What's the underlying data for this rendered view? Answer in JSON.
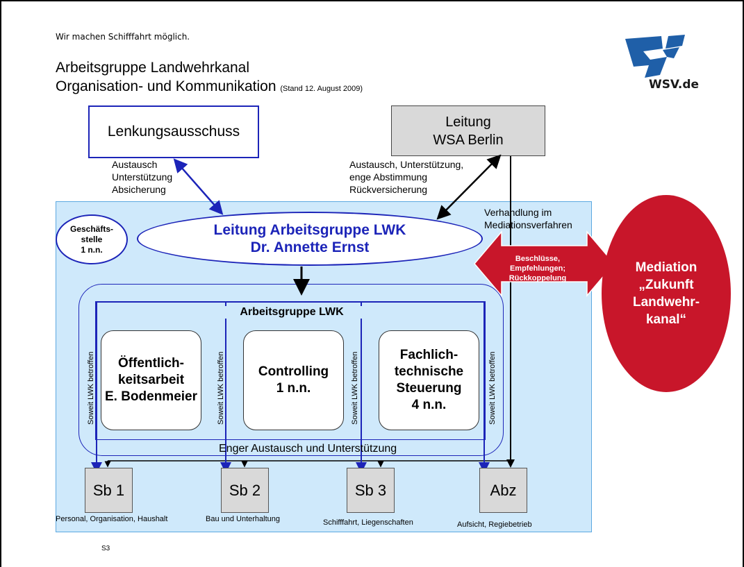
{
  "header": {
    "tagline": "Wir machen Schifffahrt möglich.",
    "title_line1": "Arbeitsgruppe Landwehrkanal",
    "title_line2": "Organisation- und Kommunikation",
    "date_note": "(Stand 12. August 2009)",
    "logo_text": "WSV.de"
  },
  "nodes": {
    "lenkungsausschuss": "Lenkungsausschuss",
    "leitung_wsa": [
      "Leitung",
      "WSA Berlin"
    ],
    "geschaeftsstelle": [
      "Geschäfts-",
      "stelle",
      "1 n.n."
    ],
    "leitung_ag": [
      "Leitung Arbeitsgruppe LWK",
      "Dr. Annette Ernst"
    ],
    "arbeitsgruppe_title": "Arbeitsgruppe LWK",
    "oeffentlichkeit": [
      "Öffentlich-",
      "keitsarbeit",
      "E. Bodenmeier"
    ],
    "controlling": [
      "Controlling",
      "1 n.n."
    ],
    "fachtechnisch": [
      "Fachlich-",
      "technische",
      "Steuerung",
      "4 n.n."
    ],
    "mediation": [
      "Mediation",
      "„Zukunft",
      "Landwehr-",
      "kanal“"
    ]
  },
  "edge_labels": {
    "left": [
      "Austausch",
      "Unterstützung",
      "Absicherung"
    ],
    "mid": [
      "Austausch, Unterstützung,",
      "enge Abstimmung",
      "Rückversicherung"
    ],
    "verhandlung": [
      "Verhandlung im",
      "Mediationsverfahren"
    ],
    "red_arrow": [
      "Beschlüsse,",
      "Empfehlungen;",
      "Rückkoppelung"
    ],
    "soweit": "Soweit LWK betroffen",
    "enger": "Enger Austausch und Unterstützung"
  },
  "units": [
    {
      "label": "Sb 1",
      "caption": "Personal, Organisation, Haushalt"
    },
    {
      "label": "Sb 2",
      "caption": "Bau und Unterhaltung"
    },
    {
      "label": "Sb 3",
      "caption": "Schifffahrt, Liegenschaften"
    },
    {
      "label": "Abz",
      "caption": "Aufsicht, Regiebetrieb"
    }
  ],
  "footer": {
    "slide_id": "S3"
  },
  "colors": {
    "blue": "#1c24b8",
    "light_blue_bg": "#cfe9fb",
    "grey_box": "#d9d9d9",
    "red": "#c8162a",
    "logo_blue": "#1f5fa8"
  }
}
